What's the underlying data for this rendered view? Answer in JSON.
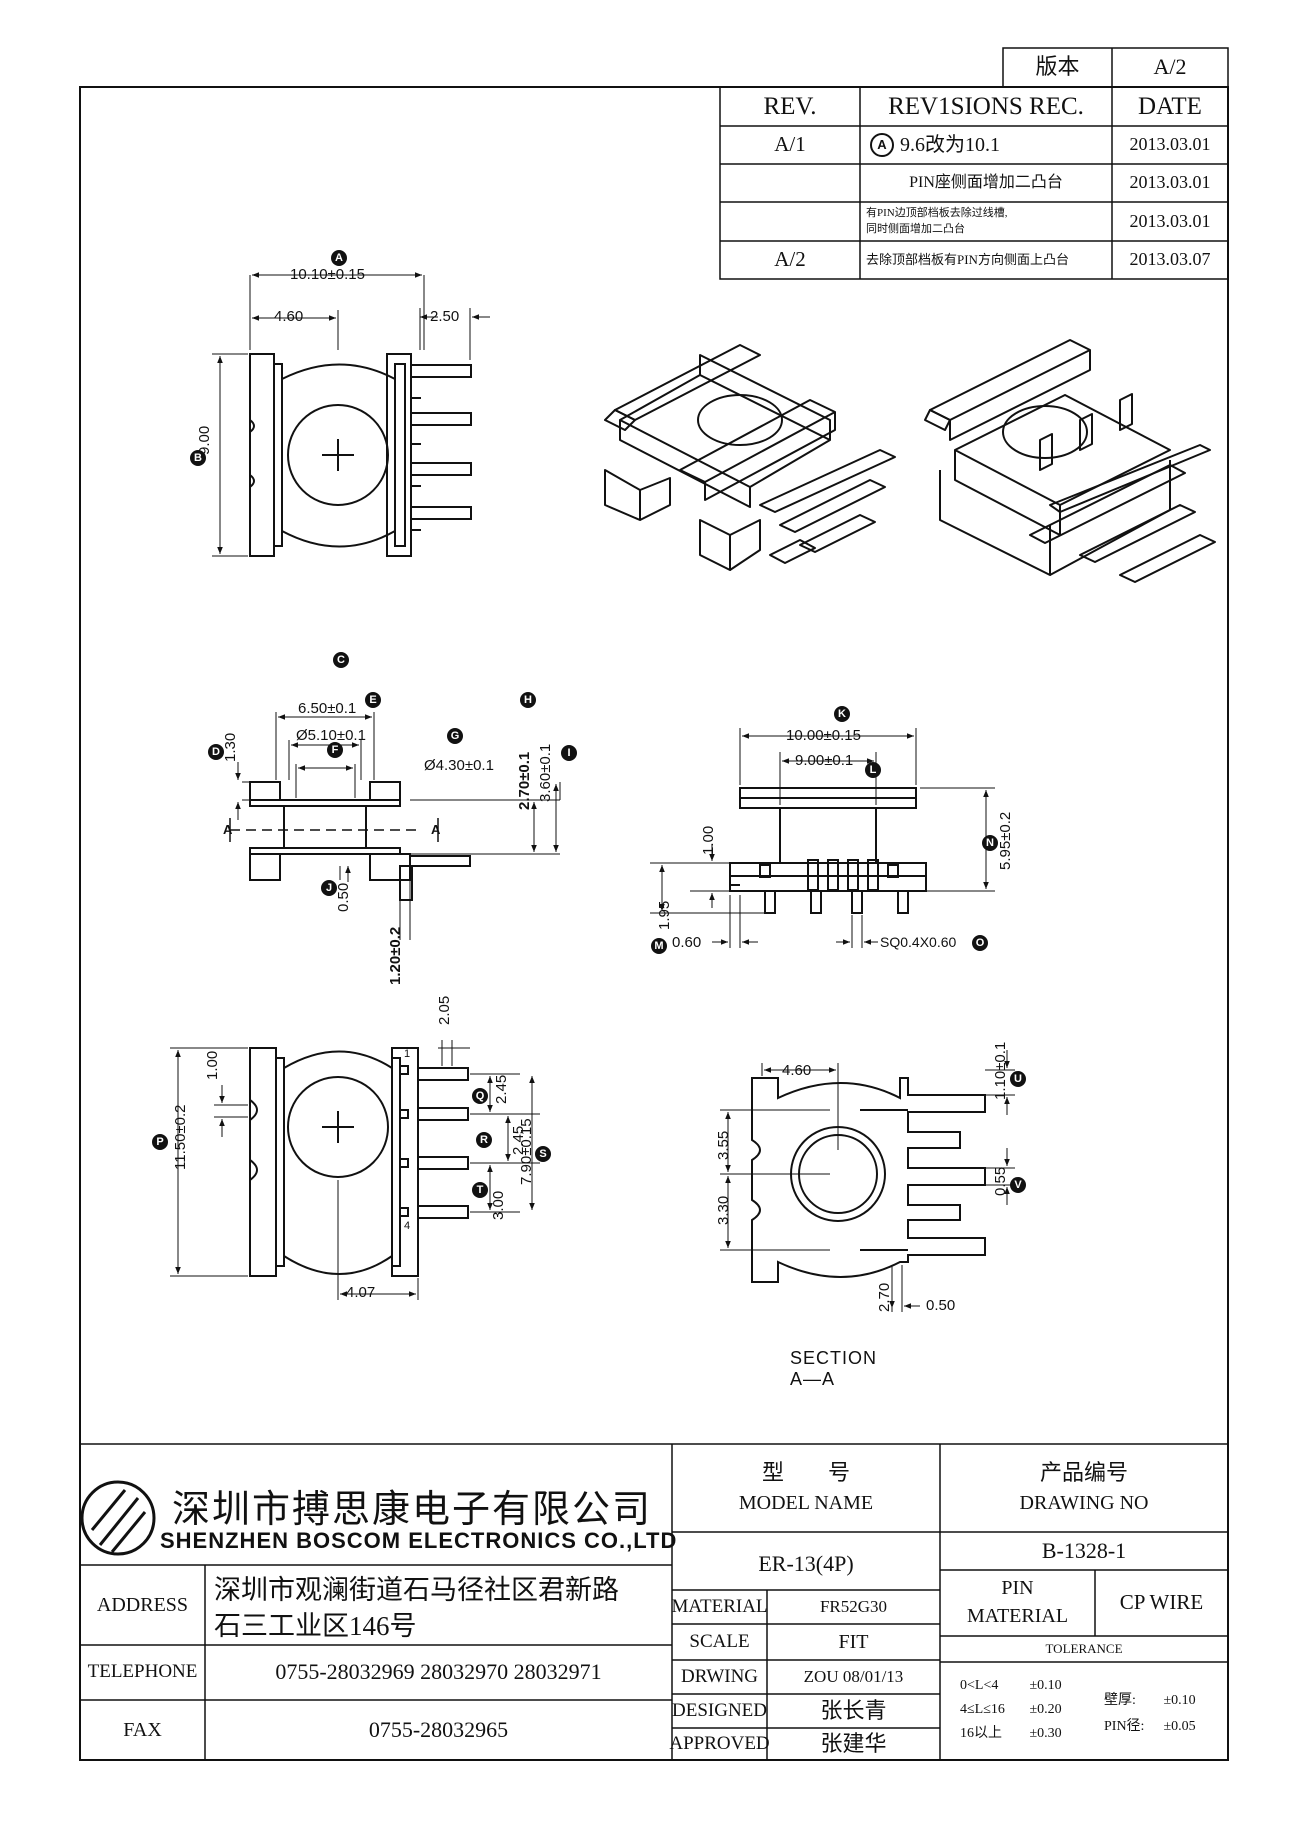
{
  "version": {
    "label": "版本",
    "value": "A/2"
  },
  "revisions": {
    "headers": {
      "rev": "REV.",
      "rec": "REV1SIONS REC.",
      "date": "DATE"
    },
    "rows": [
      {
        "rev": "A/1",
        "mark": "A",
        "text": "9.6改为10.1",
        "date": "2013.03.01"
      },
      {
        "rev": "",
        "text": "PIN座侧面增加二凸台",
        "date": "2013.03.01"
      },
      {
        "rev": "",
        "text_line1": "有PIN边顶部档板去除过线槽,",
        "text_line2": "同时侧面增加二凸台",
        "date": "2013.03.01"
      },
      {
        "rev": "A/2",
        "text": "去除顶部档板有PIN方向侧面上凸台",
        "date": "2013.03.07"
      }
    ]
  },
  "views": {
    "top": {
      "dimA": "10.10±0.15",
      "dim1": "4.60",
      "dim2": "2.50",
      "dimB": "9.00",
      "markA": "A",
      "markB": "B"
    },
    "side": {
      "markC": "C",
      "dim650": "6.50±0.1",
      "markE": "E",
      "markH": "H",
      "dim510": "Ø5.10±0.1",
      "markF": "F",
      "markG": "G",
      "dim430": "Ø4.30±0.1",
      "dim130": "1.30",
      "markD": "D",
      "dim270": "2.70±0.1",
      "dim360": "3.60±0.1",
      "markI": "I",
      "dim050": "0.50",
      "markJ": "J",
      "dim120": "1.20±0.2",
      "cutA1": "A",
      "cutA2": "A"
    },
    "front": {
      "markK": "K",
      "dim1000": "10.00±0.15",
      "dim900": "9.00±0.1",
      "markL": "L",
      "dim100": "1.00",
      "markN": "N",
      "dim595": "5.95±0.2",
      "dim195": "1.95",
      "markM": "M",
      "dim060": "0.60",
      "dimSQ": "SQ0.4X0.60",
      "markO": "O"
    },
    "bottom": {
      "dim205": "2.05",
      "dim100": "1.00",
      "markP": "P",
      "dim1150": "11.50±0.2",
      "markQ": "Q",
      "dim245a": "2.45",
      "markR": "R",
      "dim245b": "2.45",
      "markS": "S",
      "dim790": "7.90±0.15",
      "markT": "T",
      "dim300": "3.00",
      "dim407": "4.07",
      "pin1": "1",
      "pin4": "4"
    },
    "section": {
      "dim460": "4.60",
      "dim110": "1.10±0.1",
      "markU": "U",
      "dim355": "3.55",
      "dim330": "3.30",
      "dim055": "0.55",
      "markV": "V",
      "dim270": "2.70",
      "dim050": "0.50",
      "title": "SECTION A—A"
    }
  },
  "company": {
    "name_cn": "深圳市搏思康电子有限公司",
    "name_en": "SHENZHEN BOSCOM ELECTRONICS CO.,LTD",
    "address_label": "ADDRESS",
    "address_line1": "深圳市观澜街道石马径社区君新路",
    "address_line2": "石三工业区146号",
    "telephone_label": "TELEPHONE",
    "telephone": "0755-28032969 28032970 28032971",
    "fax_label": "FAX",
    "fax": "0755-28032965"
  },
  "titleblock": {
    "model_cn": "型　　号",
    "model_en": "MODEL NAME",
    "model_value": "ER-13(4P)",
    "drawing_cn": "产品编号",
    "drawing_en": "DRAWING NO",
    "drawing_value": "B-1328-1",
    "material_label": "MATERIAL",
    "material_value": "FR52G30",
    "scale_label": "SCALE",
    "scale_value": "FIT",
    "drwing_label": "DRWING",
    "drwing_value": "ZOU 08/01/13",
    "designed_label": "DESIGNED",
    "designed_value": "张长青",
    "approved_label": "APPROVED",
    "approved_value": "张建华",
    "pin_material_line1": "PIN",
    "pin_material_line2": "MATERIAL",
    "pin_material_value": "CP WIRE",
    "tolerance_label": "TOLERANCE",
    "tol_row1_range": "0<L<4",
    "tol_row1_value": "±0.10",
    "tol_row2_range": "4≤L≤16",
    "tol_row2_value": "±0.20",
    "tol_row3_range": "16以上",
    "tol_row3_value": "±0.30",
    "wall_label": "壁厚:",
    "wall_value": "±0.10",
    "pin_dia_label": "PIN径:",
    "pin_dia_value": "±0.05"
  }
}
